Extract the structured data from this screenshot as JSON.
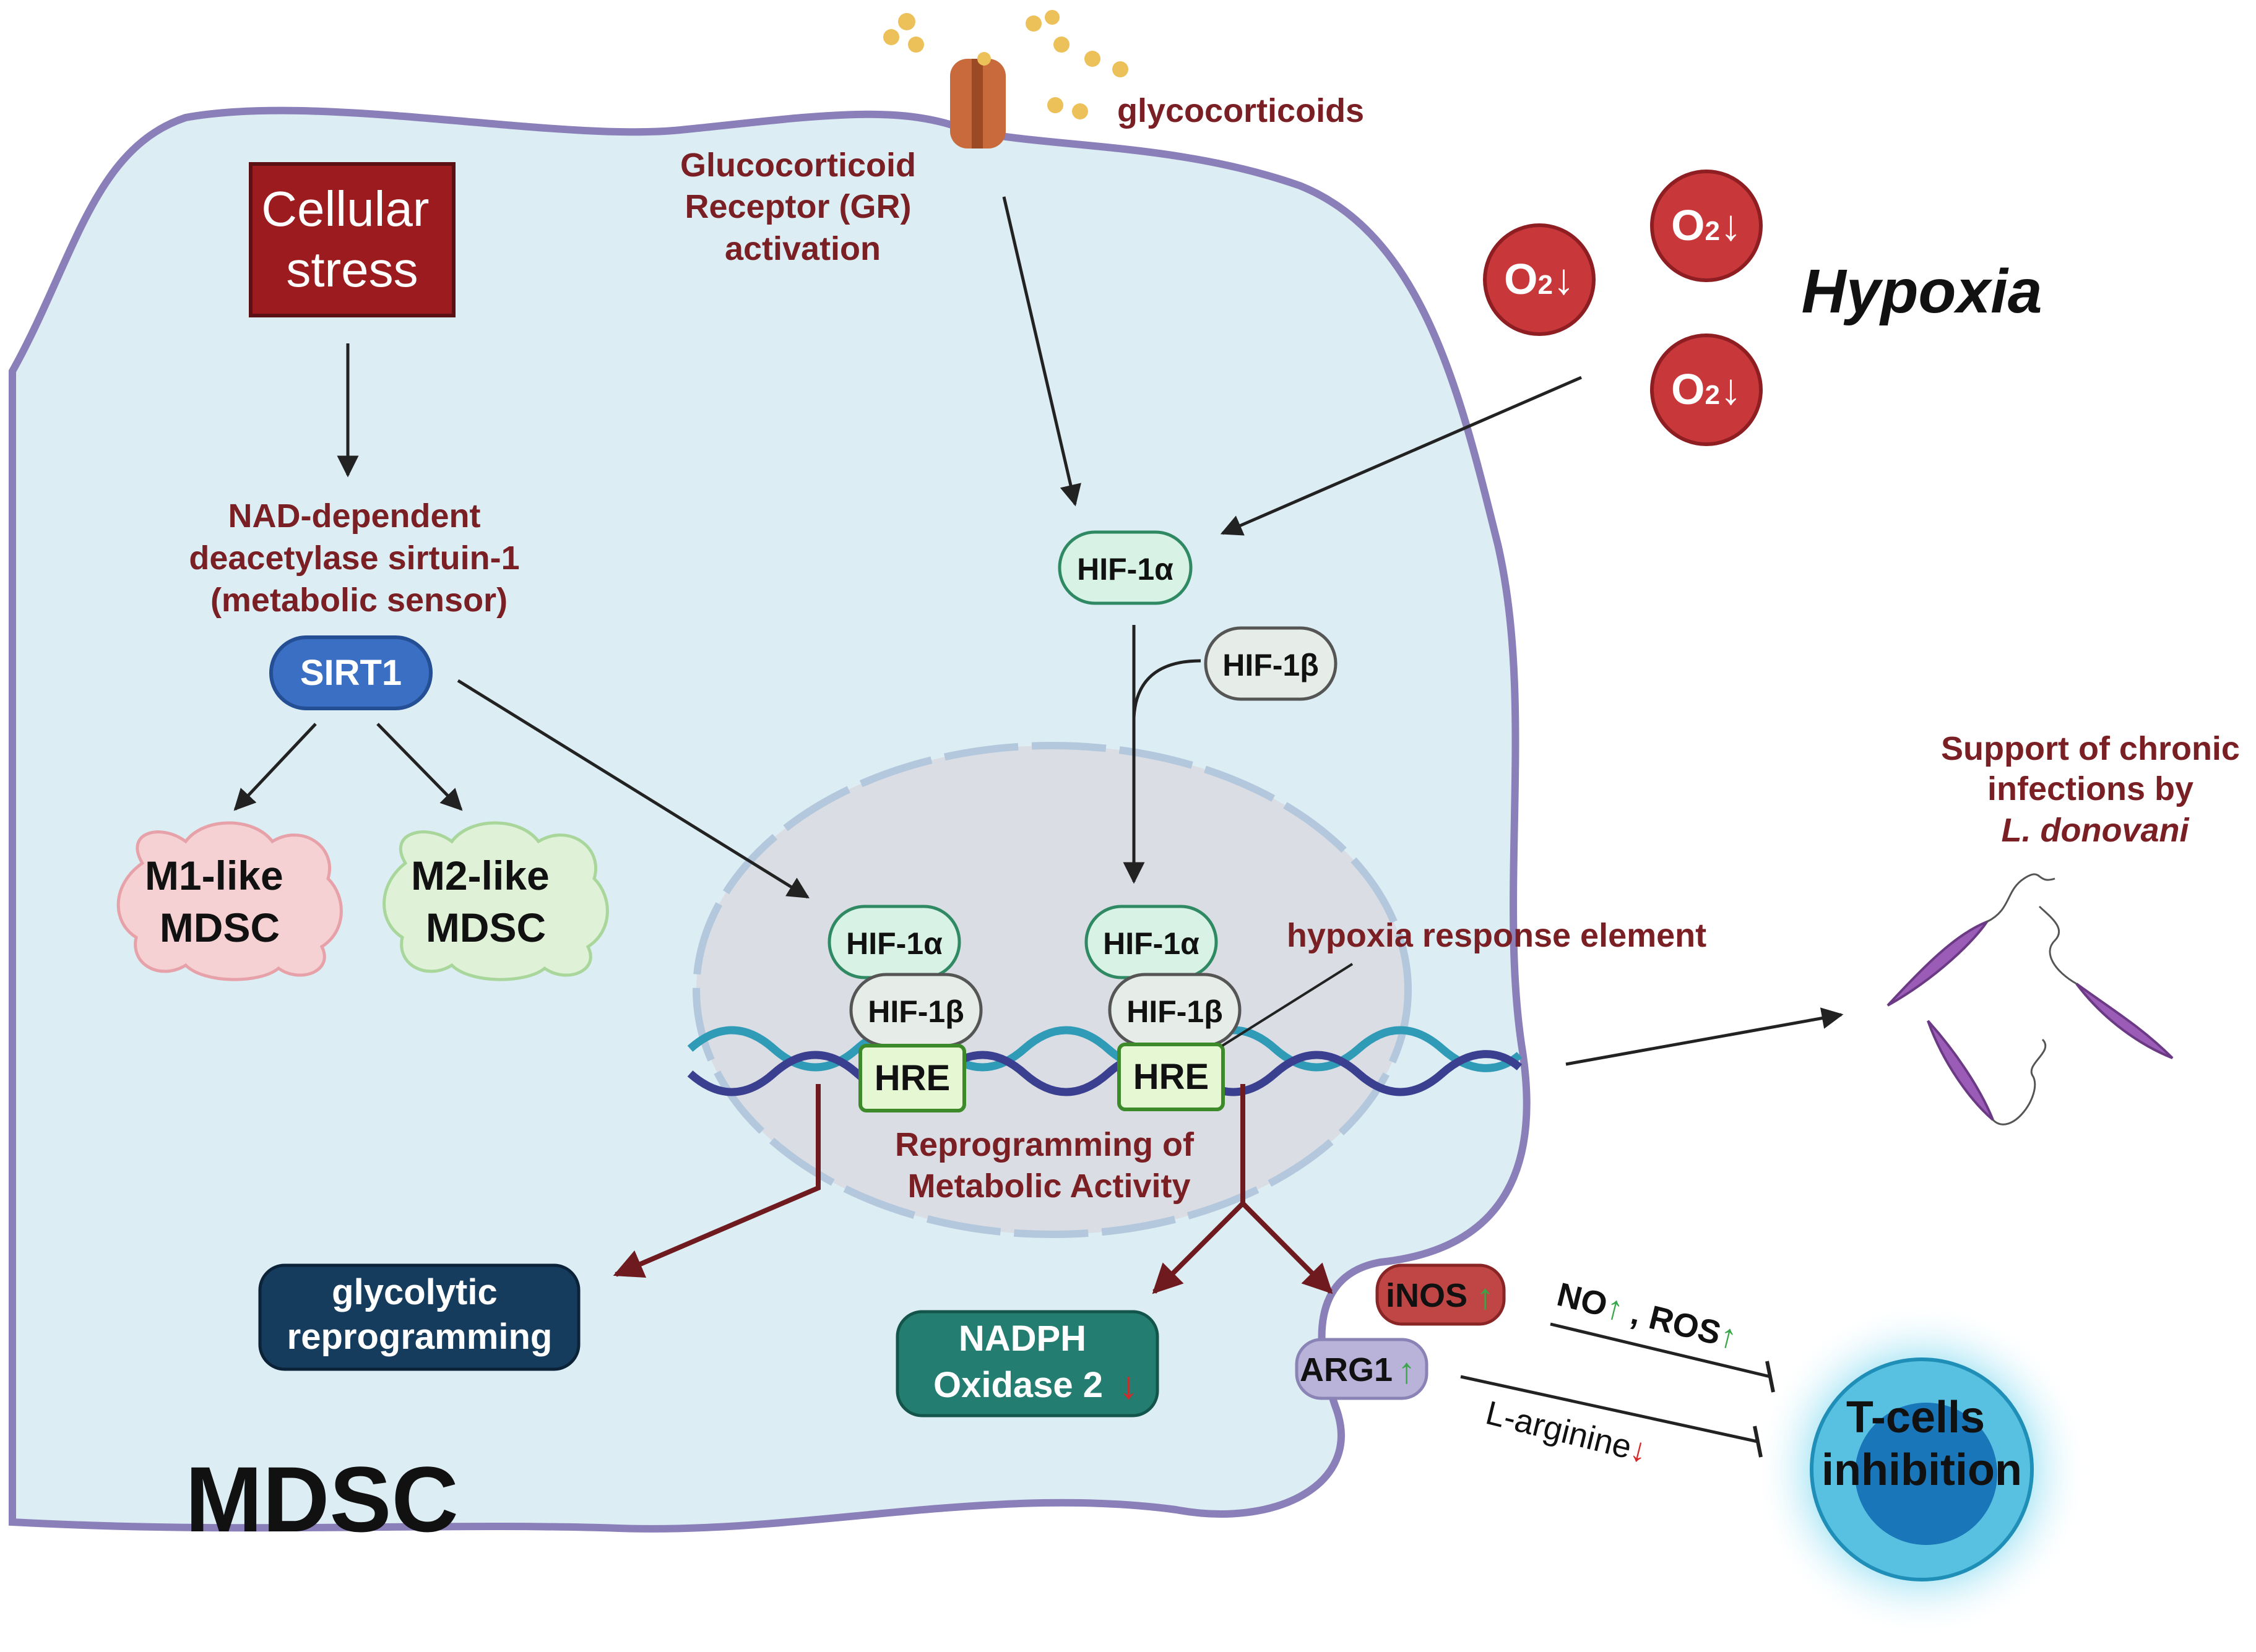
{
  "cell_label": "MDSC",
  "hypoxia": {
    "title": "Hypoxia",
    "o2_label": "O",
    "o2_sub": "2",
    "o2_arrow": "↓"
  },
  "glucocorticoids_label": "glycocorticoids",
  "gr_activation": {
    "line1": "Glucocorticoid",
    "line2": "Receptor (GR)",
    "line3": "activation"
  },
  "cellular_stress": {
    "line1": "Cellular",
    "line2": "stress"
  },
  "sirt1_description": {
    "line1": "NAD-dependent",
    "line2": "deacetylase sirtuin-1",
    "line3": "(metabolic sensor)"
  },
  "sirt1": "SIRT1",
  "m1": {
    "line1": "M1-like",
    "line2": "MDSC"
  },
  "m2": {
    "line1": "M2-like",
    "line2": "MDSC"
  },
  "hif1a": "HIF-1α",
  "hif1b": "HIF-1β",
  "hre": "HRE",
  "hre_label": "hypoxia response element",
  "reprogramming": {
    "line1": "Reprogramming of",
    "line2": "Metabolic Activity"
  },
  "glycolytic": {
    "line1": "glycolytic",
    "line2": "reprogramming"
  },
  "nadph": {
    "line1": "NADPH",
    "line2": "Oxidase 2",
    "arrow": "↓"
  },
  "inos": {
    "label": "iNOS",
    "arrow": "↑"
  },
  "arg1": {
    "label": "ARG1",
    "arrow": "↑"
  },
  "no_ros": {
    "no": "NO",
    "sep": " , ",
    "ros": "ROS",
    "arrow": "↑"
  },
  "l_arginine": {
    "label": "L-arginine",
    "arrow": "↓"
  },
  "t_cells": {
    "line1": "T-cells",
    "line2": "inhibition"
  },
  "infection": {
    "line1": "Support of chronic",
    "line2": "infections by",
    "line3": "L. donovani"
  },
  "colors": {
    "cell_fill": "#dcedf3",
    "cell_border": "#8a7fb8",
    "dark_red_text": "#7a1f24",
    "stress_box": "#9b1b1f",
    "sirt1": "#3b6fc4",
    "o2": "#c8373a",
    "hif1a_fill": "#d8f2e6",
    "hif_border": "#2f8a63",
    "hre_fill": "#e6f7d4",
    "glycolytic": "#153c5c",
    "nadph": "#237d70",
    "inos": "#c04545",
    "arg1": "#b9b3da",
    "tcell": "#3fb0d6",
    "up_green": "#3aa64a",
    "down_red": "#d62828"
  }
}
